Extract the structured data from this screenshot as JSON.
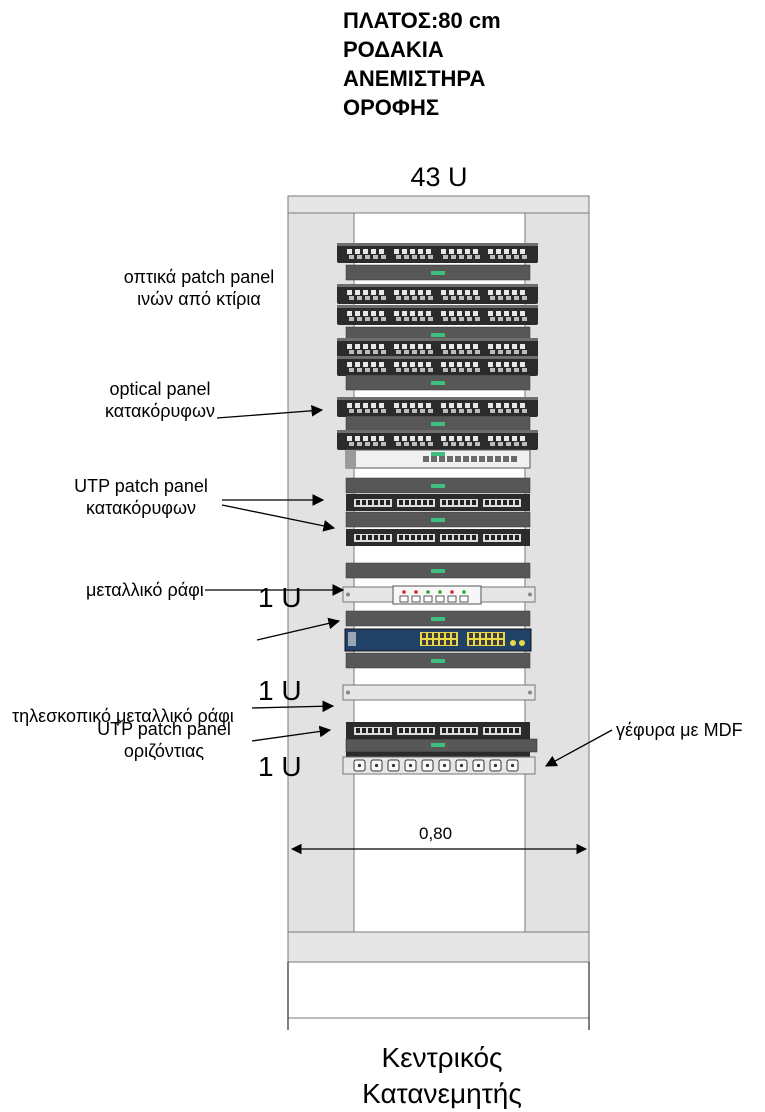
{
  "header": {
    "lines": [
      "ΠΛΑΤΟΣ:80 cm",
      "ΡΟΔΑΚΙΑ",
      "ΑΝΕΜΙΣΤΗΡΑ",
      "ΟΡΟΦΗΣ"
    ]
  },
  "rack": {
    "height_label": "43 U",
    "width_dimension": "0,80",
    "caption": [
      "Κεντρικός",
      "Κατανεμητής"
    ],
    "colors": {
      "frame": "#e2e2e2",
      "frame_edge": "#7a7a7a",
      "device_dark": "#2b2b2b",
      "device_gray": "#575757",
      "switch_blue": "#1f4266",
      "port_yellow": "#e8d84a"
    }
  },
  "labels": {
    "optical_patch_buildings": [
      "οπτικά patch panel",
      "ινών από κτίρια"
    ],
    "optical_panel_vertical": [
      "optical panel",
      "κατακόρυφων"
    ],
    "utp_vertical": [
      "UTP patch panel",
      "κατακόρυφων"
    ],
    "metal_shelf": "μεταλλικό ράφι",
    "telescopic_shelf": "τηλεσκοπικό μεταλλικό ράφι",
    "utp_horizontal": [
      "UTP patch panel",
      "οριζόντιας"
    ],
    "bridge_mdf": "γέφυρα με MDF",
    "unit_labels": [
      "1 U",
      "1 U",
      "1 U"
    ]
  }
}
